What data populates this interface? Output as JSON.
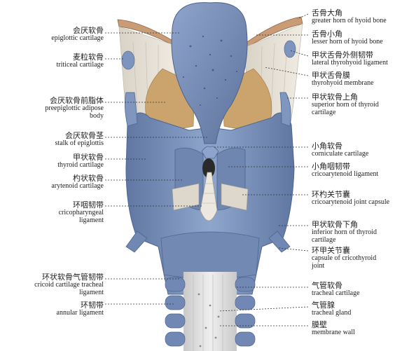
{
  "colors": {
    "cartilage": "#7f97bf",
    "cartilage_dark": "#5b719a",
    "membrane": "#e6e0d6",
    "fat": "#c9a46a",
    "bone": "#cfa27b",
    "line": "#333333"
  },
  "labels_left": [
    {
      "zh": "会厌软骨",
      "en": "epiglottic cartilage"
    },
    {
      "zh": "麦粒软骨",
      "en": "triticeal cartilage"
    },
    {
      "zh": "会厌软骨前脂体",
      "en": "preepiglottic adipose",
      "en2": "body"
    },
    {
      "zh": "会厌软骨茎",
      "en": "stalk of epiglottis"
    },
    {
      "zh": "甲状软骨",
      "en": "thyroid cartilage"
    },
    {
      "zh": "杓状软骨",
      "en": "arytenoid cartilage"
    },
    {
      "zh": "环咽韧带",
      "en": "cricopharyngeal",
      "en2": "ligament"
    },
    {
      "zh": "环状软骨气管韧带",
      "en": "cricoid cartilage tracheal",
      "en2": "ligament"
    },
    {
      "zh": "环韧带",
      "en": "annular ligament"
    }
  ],
  "labels_right": [
    {
      "zh": "舌骨大角",
      "en": "greater horn of hyoid bone"
    },
    {
      "zh": "舌骨小角",
      "en": "lesser horn of hyoid bone"
    },
    {
      "zh": "甲状舌骨外侧韧带",
      "en": "lateral thyrohyoid ligament"
    },
    {
      "zh": "甲状舌骨膜",
      "en": "thyrohyoid membrane"
    },
    {
      "zh": "甲状软骨上角",
      "en": "superior horn of thyroid",
      "en2": "cartilage"
    },
    {
      "zh": "小角软骨",
      "en": "corniculate cartilage"
    },
    {
      "zh": "小角咽韧带",
      "en": "cricoarytenoid ligament"
    },
    {
      "zh": "环杓关节囊",
      "en": "cricoarytenoid joint capsule"
    },
    {
      "zh": "甲状软骨下角",
      "en": "inferior horn of thyroid",
      "en2": "cartilage"
    },
    {
      "zh": "环甲关节囊",
      "en": "capsule of cricothyroid",
      "en2": "joint"
    },
    {
      "zh": "气管软骨",
      "en": "tracheal cartilage"
    },
    {
      "zh": "气管腺",
      "en": "tracheal gland"
    },
    {
      "zh": "膜壁",
      "en": "membrane wall"
    }
  ]
}
